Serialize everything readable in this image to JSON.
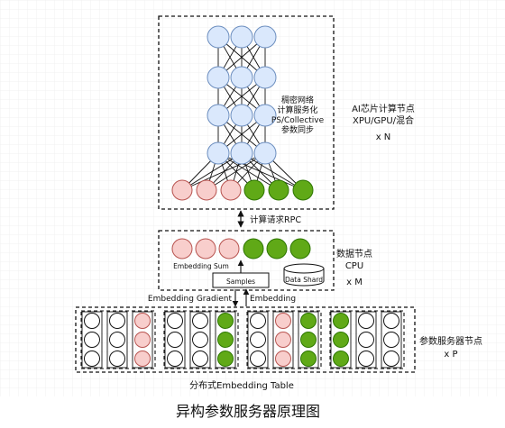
{
  "title": "异构参数服务器原理图",
  "ai_node": {
    "label_lines": [
      "稠密网络",
      "计算服务化",
      "PS/Collective",
      "参数同步"
    ],
    "right_label_1": "AI芯片计算节点",
    "right_label_2": "XPU/GPU/混合",
    "count": "x N"
  },
  "rpc_label": "计算请求RPC",
  "data_node": {
    "embedding_sum": "Embedding Sum",
    "samples": "Samples",
    "data_shard": "Data Shard",
    "right_label_1": "数据节点",
    "right_label_2": "CPU",
    "count": "x M"
  },
  "grad_label": "Embedding Gradient",
  "emb_label": "Embedding",
  "param_server": {
    "right_label": "参数服务器节点",
    "count": "x P",
    "table_label": "分布式Embedding Table"
  },
  "colors": {
    "neuron": "#dae8fc",
    "neuron_stroke": "#6c8ebf",
    "pink": "#f8cecc",
    "pink_stroke": "#b85450",
    "green": "#60a917",
    "green_stroke": "#2d7600",
    "white": "#ffffff"
  },
  "dense_network": {
    "hidden_layers": 4,
    "neurons_per_layer": 3,
    "output_colors": [
      "pink",
      "pink",
      "pink",
      "green",
      "green",
      "green"
    ]
  },
  "embedding_row": [
    "pink",
    "pink",
    "pink",
    "green",
    "green",
    "green"
  ],
  "shards": [
    [
      [
        "white",
        "white",
        "white"
      ],
      [
        "white",
        "white",
        "white"
      ],
      [
        "pink",
        "pink",
        "pink"
      ]
    ],
    [
      [
        "white",
        "white",
        "white"
      ],
      [
        "white",
        "white",
        "white"
      ],
      [
        "green",
        "green",
        "green"
      ]
    ],
    [
      [
        "white",
        "white",
        "white"
      ],
      [
        "pink",
        "pink",
        "pink"
      ],
      [
        "green",
        "green",
        "green"
      ]
    ],
    [
      [
        "green",
        "green",
        "green"
      ],
      [
        "white",
        "white",
        "white"
      ],
      [
        "white",
        "white",
        "white"
      ]
    ]
  ]
}
